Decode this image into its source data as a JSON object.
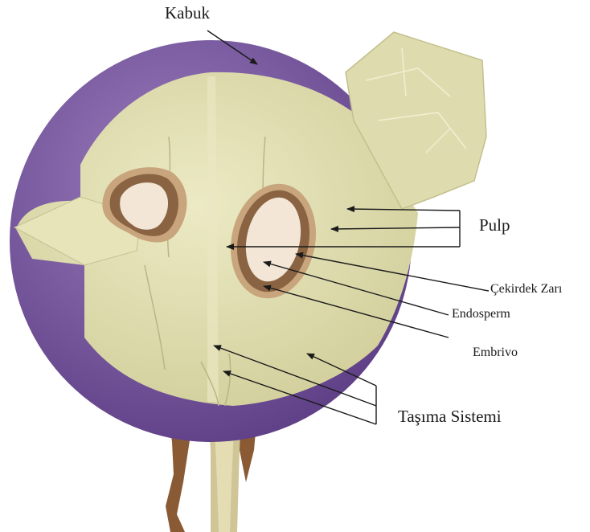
{
  "diagram": {
    "labels": {
      "shell": "Kabuk",
      "pulp": "Pulp",
      "seed_coat": "Çekirdek Zarı",
      "endosperm": "Endosperm",
      "embryo": "Embrivo",
      "vascular_system": "Taşıma Sistemi"
    },
    "colors": {
      "skin": "#7a5a9e",
      "pulp": "#dedcae",
      "seed_coat": "#8a6442",
      "endosperm": "#f3e6d6",
      "stem": "#cfc597",
      "arrows": "#1a1a1a"
    }
  }
}
